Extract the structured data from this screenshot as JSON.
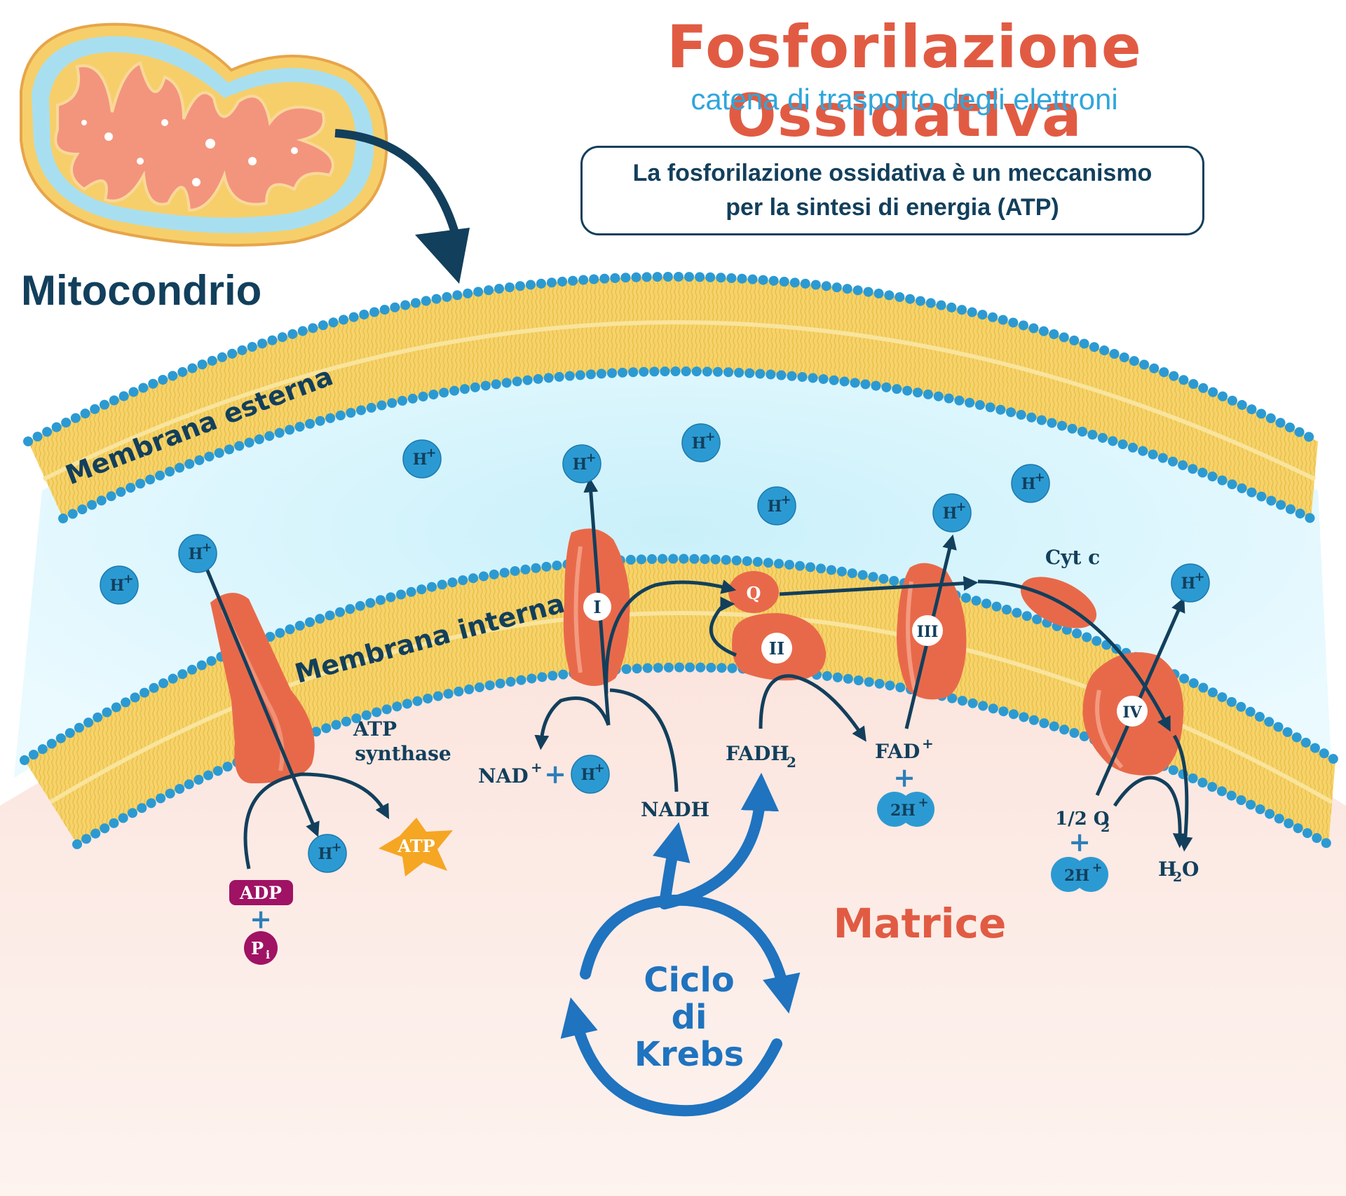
{
  "title": "Fosforilazione Ossidativa",
  "subtitle": "catena di trasporto degli elettroni",
  "description_line1": "La fosforilazione ossidativa è un meccanismo",
  "description_line2": "per la sintesi di energia (ATP)",
  "mitochondrion_label": "Mitocondrio",
  "outer_membrane_label": "Membrana esterna",
  "inner_membrane_label": "Membrana interna",
  "matrix_label": "Matrice",
  "complexes": {
    "c1": "I",
    "c2": "II",
    "c3": "III",
    "c4": "IV",
    "q": "Q",
    "cytc": "Cyt c"
  },
  "atp_synthase": {
    "line1": "ATP",
    "line2": "synthase"
  },
  "proton": {
    "h": "H",
    "sup": "+"
  },
  "two_h": "2H",
  "labels": {
    "nad": "NAD",
    "nadh": "NADH",
    "fadh": "FADH",
    "fadh_sub": "2",
    "fad": "FAD",
    "half_o2": "1/2 O",
    "o2_sub": "2",
    "water_h": "H",
    "water_sub": "2",
    "water_o": "O",
    "atp": "ATP",
    "adp": "ADP",
    "pi": "P",
    "pi_sub": "i",
    "plus": "+"
  },
  "krebs": {
    "line1": "Ciclo",
    "line2": "di",
    "line3": "Krebs"
  },
  "colors": {
    "title": "#e15b43",
    "subtitle": "#2fa6dc",
    "dark_blue": "#123f5c",
    "protein": "#e8694a",
    "membrane_yellow": "#f6d36a",
    "head_blue": "#2c9ad2",
    "atp_orange": "#f5a623",
    "adp_magenta": "#a01264",
    "krebs_blue": "#1f73bf",
    "matrix_text": "#e15b43"
  }
}
